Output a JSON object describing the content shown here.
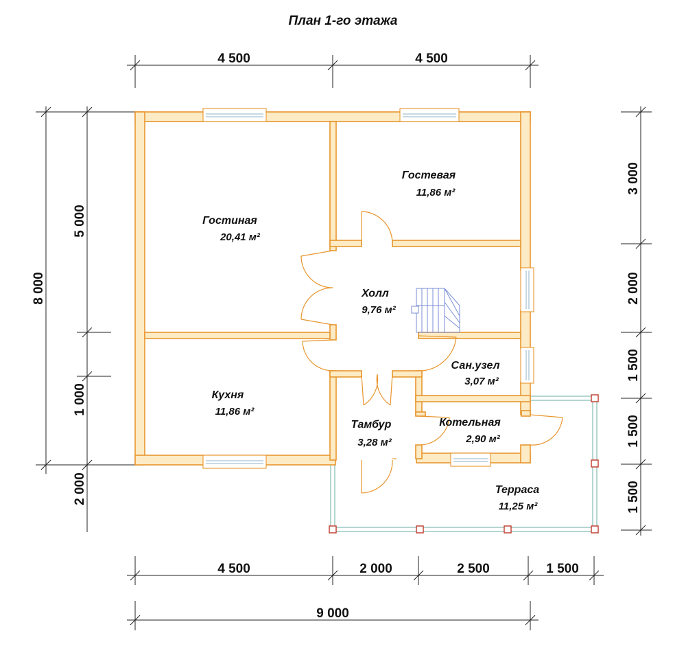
{
  "title": "План 1-го этажа",
  "dimensions": {
    "top": [
      "4 500",
      "4 500"
    ],
    "bottom_row": [
      "4 500",
      "2 000",
      "2 500",
      "1 500"
    ],
    "bottom_total": "9 000",
    "left_outer": "8 000",
    "left_inner": [
      "5 000",
      "1 000",
      "2 000"
    ],
    "right": [
      "3 000",
      "2 000",
      "1 500",
      "1 500",
      "1 500"
    ]
  },
  "rooms": [
    {
      "name": "Гостиная",
      "area": "20,41 м²"
    },
    {
      "name": "Гостевая",
      "area": "11,86 м²"
    },
    {
      "name": "Холл",
      "area": "9,76 м²"
    },
    {
      "name": "Кухня",
      "area": "11,86 м²"
    },
    {
      "name": "Сан.узел",
      "area": "3,07 м²"
    },
    {
      "name": "Тамбур",
      "area": "3,28 м²"
    },
    {
      "name": "Котельная",
      "area": "2,90 м²"
    },
    {
      "name": "Терраса",
      "area": "11,25 м²"
    }
  ],
  "colors": {
    "wall_fill": "#fcebc4",
    "wall_stroke": "#e8962e",
    "terrace_post": "#c0392b",
    "railing": "#6aaea0",
    "stair": "#7a8ed6"
  }
}
